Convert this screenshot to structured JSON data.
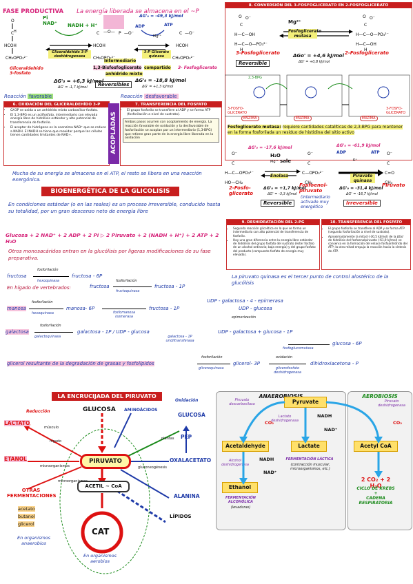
{
  "phase": {
    "title": "FASE PRODUCTIVA",
    "subtitle": "La energía liberada se almacena en el ~P",
    "pi_nad": "Pi\nNAD⁺",
    "nadh": "NADH + H⁺",
    "adp": "ADP",
    "atp": "ATP",
    "mg": "Mg²⁺",
    "dg1": "ΔG'₀ = -49,3 kJ/mol",
    "enz1": "Gliceraldehído 3-P deshidrogenasa",
    "enz2": "3-P Glicerato quinasa",
    "intermediario": "Intermediario",
    "bisfosfo": "1,3-Bisfosfoglicerato",
    "compartido": "compartido",
    "fosfoglicerato3": "3- Fosfoglicerato",
    "anhidrido": "anhídrido mixto",
    "gliceraldehido": "Gliceraldehído 3-fosfato",
    "dg2": "ΔG'₀ = +6,3 kJ/mol",
    "dg2b": "ΔG' = -1,7 kJ/mol",
    "reversibles": "Reversibles",
    "dg3": "ΔG'₀ = -18,8 kJ/mol",
    "dg3b": "ΔG' = +1,3 kJ/mol",
    "reaccion": "Reacción",
    "favorable": "favorable",
    "desfavorable": "desfavorable"
  },
  "box6": {
    "title": "6. OXIDACIÓN DEL GLICERALDEHÍDO 3-P",
    "items": [
      "GA3P se oxida a un anhídrido mixto carboxílico-fosfato.",
      "El 1,3-BPG es un acilfosfato, intermediario con elevada energía libre de hidrólisis estándar y alto potencial de transferencia de fosforilo.",
      "El aceptor de hidrógeno es la coenzima NAD⁺ que se reduce a NADH. El NADH se tiene que reoxidar porque las células tienen cantidades limitantes de NAD+."
    ]
  },
  "box7": {
    "title": "7. TRANSFERENCIA DEL FOSFATO",
    "items": [
      "El grupo fosforilo se transfiere al ADP y se forma ATP (fosforilación a nivel de sustrato)."
    ],
    "extra": "Ambos pasos ocurren con acoplamiento de energía. La reacción favorable de oxidación y la desfavorable de fosforilación se acoplan por un intermediario (1,3-BPG) que retiene gran parte de la energía libre liberada en la oxidación",
    "acopladas": "ACOPLADAS"
  },
  "note_energy": "Mucha de su energía se almacena en el ATP, el resto se libera en una reacción exergónica.",
  "box8": {
    "title": "8. CONVERSIÓN DEL 3-FOSFOGLICERATO EN 2-FOSFOGLICERATO",
    "mg": "Mg²⁺",
    "enzyme": "Fosfoglicerato mutasa",
    "left": "3-Fosfoglicerato",
    "right": "2-Fosfoglicerato",
    "dg": "ΔGo' = +4,6 kJ/mol",
    "dgb": "ΔG' = +0,8 kJ/mol",
    "reversible": "Reversible",
    "mech_left": "3-FOSFO-GLICERATO",
    "mech_right": "3-FOSFO-GLICERATO",
    "mech_bpg": "2,3-BPG",
    "enzima": "ENZIMA",
    "mutasa_note": "Fosfoglicerato mutasa:",
    "mutasa_text": "requiere cantidades catalíticas de 2,3-BPG para mantener en la forma fosforilada un residuo de histidina del sitio activo"
  },
  "enol": {
    "dg1": "ΔG'₀ = -17,6 kJ/mol",
    "h2o": "H₂O",
    "mg": "Mg²⁺",
    "k": "K⁺",
    "sale": "sale",
    "enolasa": "Enolasa",
    "left": "2-Fosfo-glicerato",
    "mid": "Fosfoenol-piruvato",
    "intermedio": "(intermediario activado muy energético",
    "dg2": "ΔG'₀ = +1,7 kJ/mol",
    "dg2b": "ΔG' = -3,3 kJ/mol",
    "reversible": "Reversible",
    "dg3": "ΔG'₀ = -61,9 kJ/mol",
    "adp": "ADP",
    "atp": "ATP",
    "pk": "Piruvato quinasa",
    "piruvato": "Piruvato",
    "dg4": "ΔG'₀ = -31,4 kJ/mol",
    "dg4b": "ΔG' = -16,7 kJ/mol",
    "irreversible": "Irreversible"
  },
  "box9": {
    "title": "9. DESHIDRATACIÓN DEL 2-PG",
    "items": [
      "Segunda reacción glicolítica en la que se forma un intermediario con alto potencial de transferencia de fosforilo.",
      "Hay una gran diferencia entre la energía libre estándar de hidrólisis del grupo fosfato del sustrato (éster fosfato de un alcohol ordinario; baja energía) y del grupo fosfato del producto (compuesto fosfato de energía muy elevada)."
    ]
  },
  "box10": {
    "title": "10. TRANSFERENCIA DEL FOSFATO",
    "items": [
      "El grupo fosforilo se transfiere al ADP y se forma ATP (segunda fosforilación a nivel de sustrato).",
      "Aproximadamente la mitad (-30,5 kJ/mol) de la ΔGo' de hidrólisis del fosfoenolpiruvato (-61,9 kJ/mol) se conserva en la formación del enlace fosfoanhídrido del ATP; la otra mitad empuja la reacción hacia la síntesis de ATP."
    ]
  },
  "pk_note": "La piruvato quinasa es el tercer punto de control alostérico de la glucólisis",
  "bioenergetica": {
    "title": "BIOENERGÉTICA DE LA GLICOLISIS",
    "text": "En condiciones estándar (o en las reales) es un proceso irreversible, conducido hasta su totalidad, por un gran descenso neto de energía libre",
    "equation": "Glucosa + 2 NAD⁺ + 2 ADP + 2 Pi ▷ 2 Piruvato + 2 (NADH + H⁺) + 2 ATP + 2 H₂O",
    "otros": "Otros monosacáridos entran en la glucólisis por ligeras modificaciones de su fase preparativa."
  },
  "mono": {
    "fosforilacion": "fosforilación",
    "hexoquinasa": "hexoquinasa",
    "fructosa": "fructosa",
    "fructosa6p": "fructosa - 6P",
    "higado": "En hígado de vertebrados:",
    "fructoquinasa": "fructoquinasa",
    "fructosa1p": "fructosa - 1P",
    "manosa": "manosa",
    "manosa6p": "manosa- 6P",
    "fosfomanosa": "fosfomanosa isomerasa",
    "galactosa": "galactosa",
    "galactoquinasa": "galactoquinasa",
    "gal1p_udpg": "galactosa - 1P / UDP - glucosa",
    "uridil": "galactosa - 1P uridiltransferasa",
    "udpgal_epi": "UDP - galactosa - 4 - epimerasa",
    "udpglucosa": "UDP - glucosa",
    "epimerizacion": "epimerización",
    "udpgal_glc1p": "UDP - galactosa + glucosa - 1P",
    "glc6p": "glucosa - 6P",
    "fosfoglucomutasa": "fosfoglucomutasa",
    "glicerol": "glicerol resultante de la degradación de grasas y fosfolípidos",
    "gliceroquinasa": "gliceroquinasa",
    "glicerol3p": "glicerol- 3P",
    "oxidacion": "oxidación",
    "g3pdh": "glicerofosfato deshidrogenasa",
    "dhap": "dihidroxiacetona - P"
  },
  "encrucijada": {
    "title": "LA ENCRUCIJADA DEL PIRUVATO",
    "glucosa": "GLUCOSA",
    "aminoacidos": "AMINOÁCIDOS",
    "oxidacion": "Oxidación",
    "reduccion": "Reducción",
    "lactato": "LACTATO",
    "musculo": "músculo",
    "higado": "hígado",
    "etanol": "ETANOL",
    "microorganismos": "microorganismos",
    "otras": "OTRAS FERMENTACIONES",
    "acetato": "acetato",
    "butanol": "butanol",
    "glicerol": "glicerol",
    "piruvato": "PIRUVATO",
    "acetilcoa": "ACETIL ~ CoA",
    "cat": "CAT",
    "glucosa2": "GLUCOSA",
    "pep": "PEP",
    "oxalacetato": "OXALACETATO",
    "gluconeogenesis": "gluconeogénesis",
    "plantas": "plantas",
    "alanina": "ALANINA",
    "lipidos": "LÍPIDOS",
    "anaerobios": "En organismos anaerobios",
    "aerobios": "En organismos aerobios"
  },
  "anaer": {
    "title": "ANAEROBIOSIS",
    "pyruvate": "Pyruvate",
    "pdc": "Piruvato descarboxilasa",
    "co2": "CO₂",
    "ldh": "Lactato deshidrogenasa",
    "nadh": "NADH",
    "nad": "NAD⁺",
    "acetaldehyde": "Acetaldehyde",
    "lactate": "Lactate",
    "adh": "Alcohol deshidrogenasa",
    "nadh2": "NADH",
    "nad2": "NAD⁺",
    "ethanol": "Ethanol",
    "ferm_lactica": "FERMENTACIÓN LÁCTICA",
    "ferm_lactica_sub": "(contracción muscular, microorganismos, etc.)",
    "ferm_alc": "FERMENTACIÓN ALCOHÓLICA",
    "ferm_alc_sub": "(levaduras)"
  },
  "aer": {
    "title": "AEROBIOSIS",
    "pdh": "Piruvato deshidrogenasa",
    "co2": "CO₂",
    "acetyl": "Acetyl CoA",
    "out": "2 CO₂ + 2 H₂O",
    "krebs": "CICLO DE KREBS",
    "plus": "+",
    "cadena": "CADENA RESPIRATORIA"
  }
}
